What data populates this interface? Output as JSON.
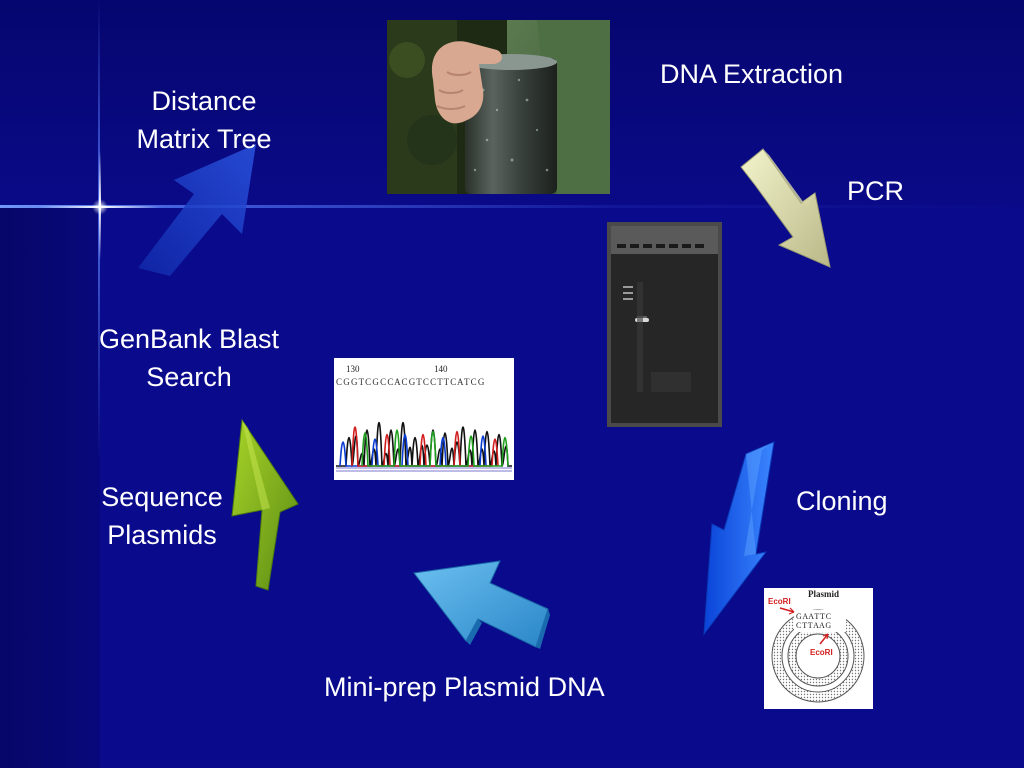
{
  "steps": {
    "dna_extraction": "DNA Extraction",
    "pcr": "PCR",
    "cloning": "Cloning",
    "miniprep": "Mini-prep Plasmid DNA",
    "sequence": [
      "Sequence",
      "Plasmids"
    ],
    "genbank": [
      "GenBank Blast",
      "Search"
    ],
    "distance": [
      "Distance",
      "Matrix Tree"
    ]
  },
  "chromatogram": {
    "tick_130": "130",
    "tick_140": "140",
    "bases": "C G G T C G C C A C G T C C T T C A T C G"
  },
  "plasmid_diagram": {
    "title": "Plasmid",
    "label_top": "EcoRI",
    "label_bottom": "EcoRI",
    "seq_top": "G A A T T C",
    "seq_bottom": "C T T A A G"
  },
  "colors": {
    "background": "#0a0a8c",
    "arrow_pcr": "#e6e6b4",
    "arrow_cloning": "#1a5ef0",
    "arrow_miniprep": "#4aa8e0",
    "arrow_sequence": "#8cc020",
    "arrow_distance": "#1c3cc8"
  }
}
